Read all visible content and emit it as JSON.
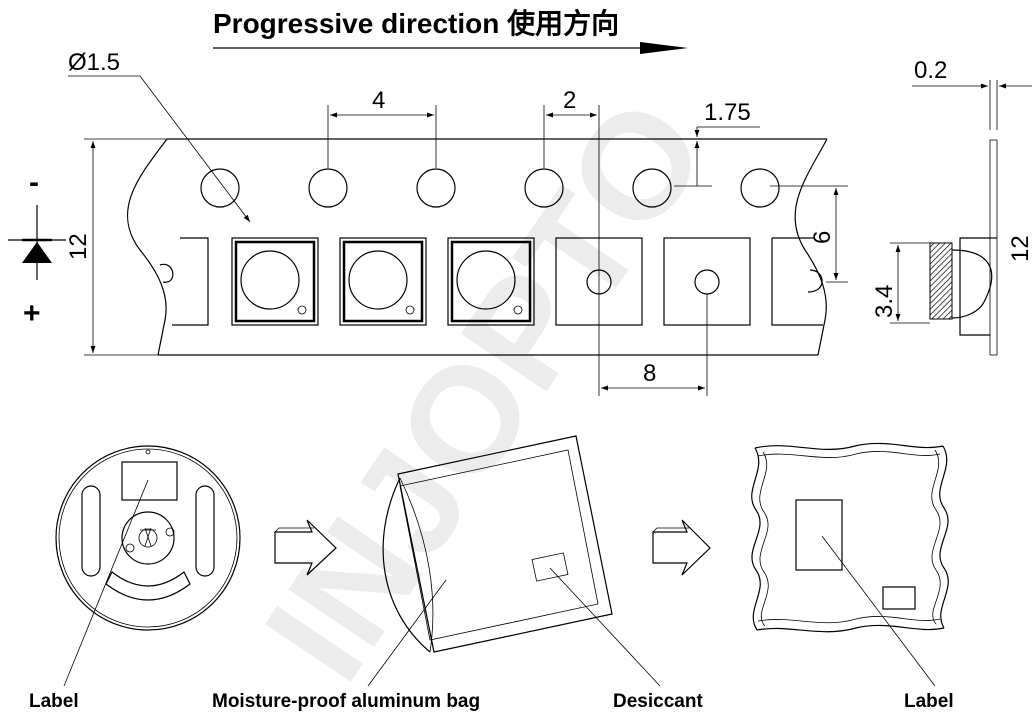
{
  "header": {
    "title": "Progressive direction  使用方向"
  },
  "watermark": "INJOPTO",
  "dimensions": {
    "hole_diameter": "Ø1.5",
    "hole_pitch": "4",
    "hole_to_cavity": "2",
    "hole_edge": "1.75",
    "thickness": "0.2",
    "tape_width": "12",
    "row_offset": "6",
    "cavity_pitch": "8",
    "component_height": "3.4",
    "side_width": "12"
  },
  "polarity": {
    "minus": "-",
    "plus": "+"
  },
  "labels": {
    "reel_label": "Label",
    "bag": "Moisture-proof aluminum bag",
    "desiccant": "Desiccant",
    "package_label": "Label"
  }
}
